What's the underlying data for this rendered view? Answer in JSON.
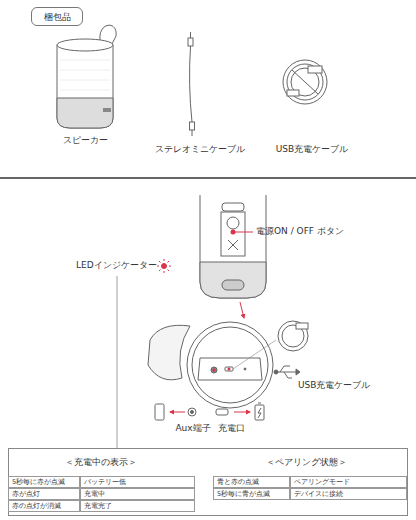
{
  "diagram": {
    "nodes": [
      {
        "text": [
          "梱包品"
        ]
      },
      {
        "text": [
          "＜充電中の表示＞",
          "＜ペアリング状態＞"
        ]
      }
    ],
    "labels": [
      "スピーカー",
      "ステレオミニケーブル",
      "USB充電ケーブル",
      "電源ON / OFF ボタン",
      "LEDインジケーター",
      "USB充電ケーブル",
      "Aux端子",
      "充電口",
      "5秒毎に赤が点滅",
      "バッテリー低",
      "赤が点灯",
      "充電中",
      "赤の点灯が消滅",
      "充電完了",
      "青と赤の点滅",
      "ペアリングモード",
      "5秒毎に青が点滅",
      "デバイスに接続"
    ]
  }
}
